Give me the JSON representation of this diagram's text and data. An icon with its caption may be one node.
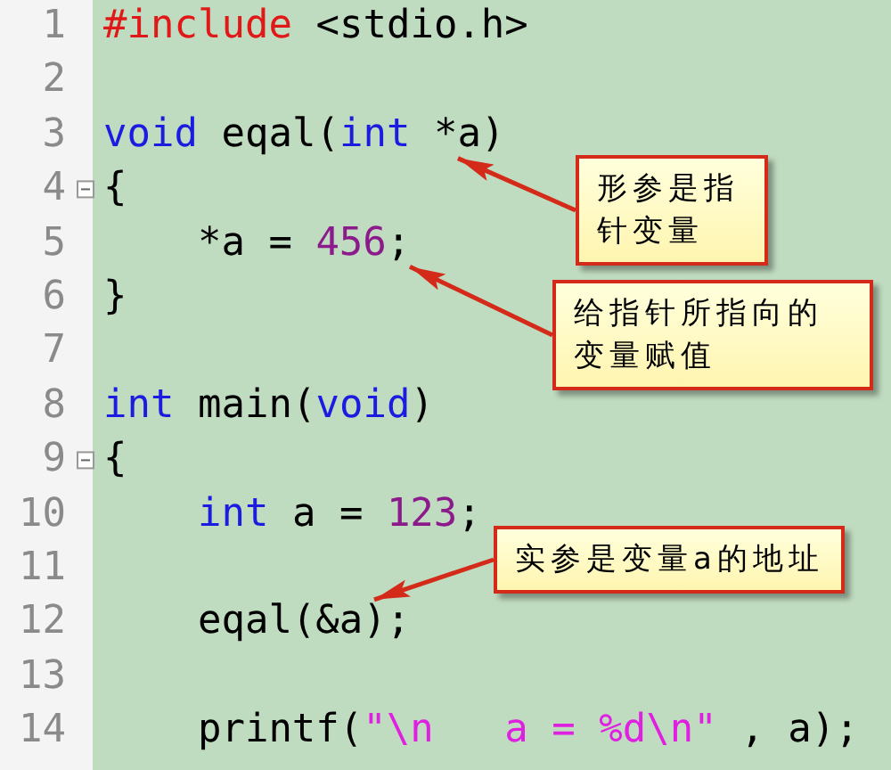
{
  "diagram": {
    "nodes": [
      {
        "text": [
          "void eqal(int *a)"
        ]
      },
      {
        "text": [
          "形参是指针变量"
        ]
      },
      {
        "text": [
          "*a = 456;"
        ]
      },
      {
        "text": [
          "给指针所指向的变量赋值"
        ]
      },
      {
        "text": [
          "实参是变量a的地址"
        ]
      },
      {
        "text": [
          "eqal(&a);"
        ]
      }
    ],
    "edges": [
      {
        "from": 1,
        "to": 0,
        "arrow": "to"
      },
      {
        "from": 3,
        "to": 2,
        "arrow": "to"
      },
      {
        "from": 4,
        "to": 5,
        "arrow": "to"
      }
    ],
    "labels": [
      "1",
      "#include <stdio.h>",
      "2",
      "3",
      "4",
      "{",
      "5",
      "6",
      "}",
      "7",
      "8",
      "int main(void)",
      "9",
      "{",
      "10",
      "int a = 123;",
      "11",
      "12",
      "13",
      "14",
      "printf(\"\\n   a = %d\\n\" , a);"
    ]
  }
}
